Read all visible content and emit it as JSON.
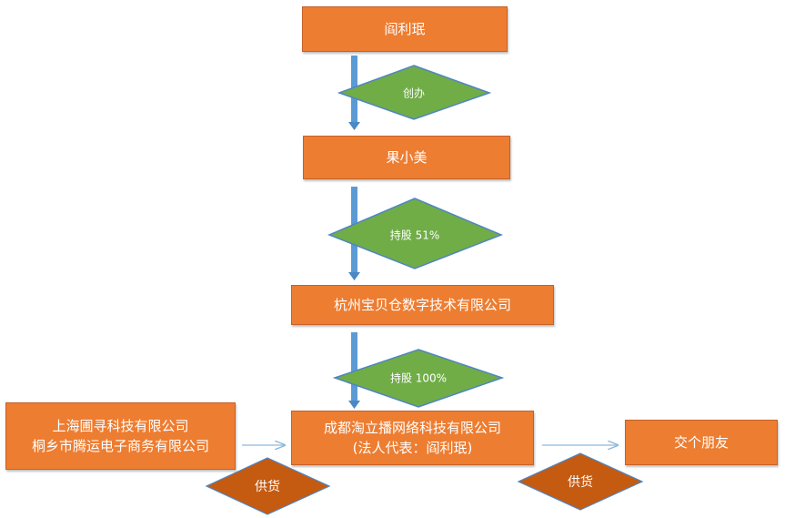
{
  "nodes": {
    "founder": "阎利珉",
    "brand": "果小美",
    "hangzhou": "杭州宝贝仓数字技术有限公司",
    "chengdu_line1": "成都淘立播网络科技有限公司",
    "chengdu_line2": "(法人代表：阎利珉)",
    "suppliers_line1": "上海圃寻科技有限公司",
    "suppliers_line2": "桐乡市腾运电子商务有限公司",
    "friend": "交个朋友"
  },
  "relations": {
    "founded": "创办",
    "holds_51": "持股 51%",
    "holds_100": "持股 100%",
    "supply_left": "供货",
    "supply_right": "供货"
  },
  "colors": {
    "box_fill": "#ed7d31",
    "green_diamond": "#70ad47",
    "dark_diamond": "#c55a11",
    "arrow_blue": "#5b9bd5"
  }
}
